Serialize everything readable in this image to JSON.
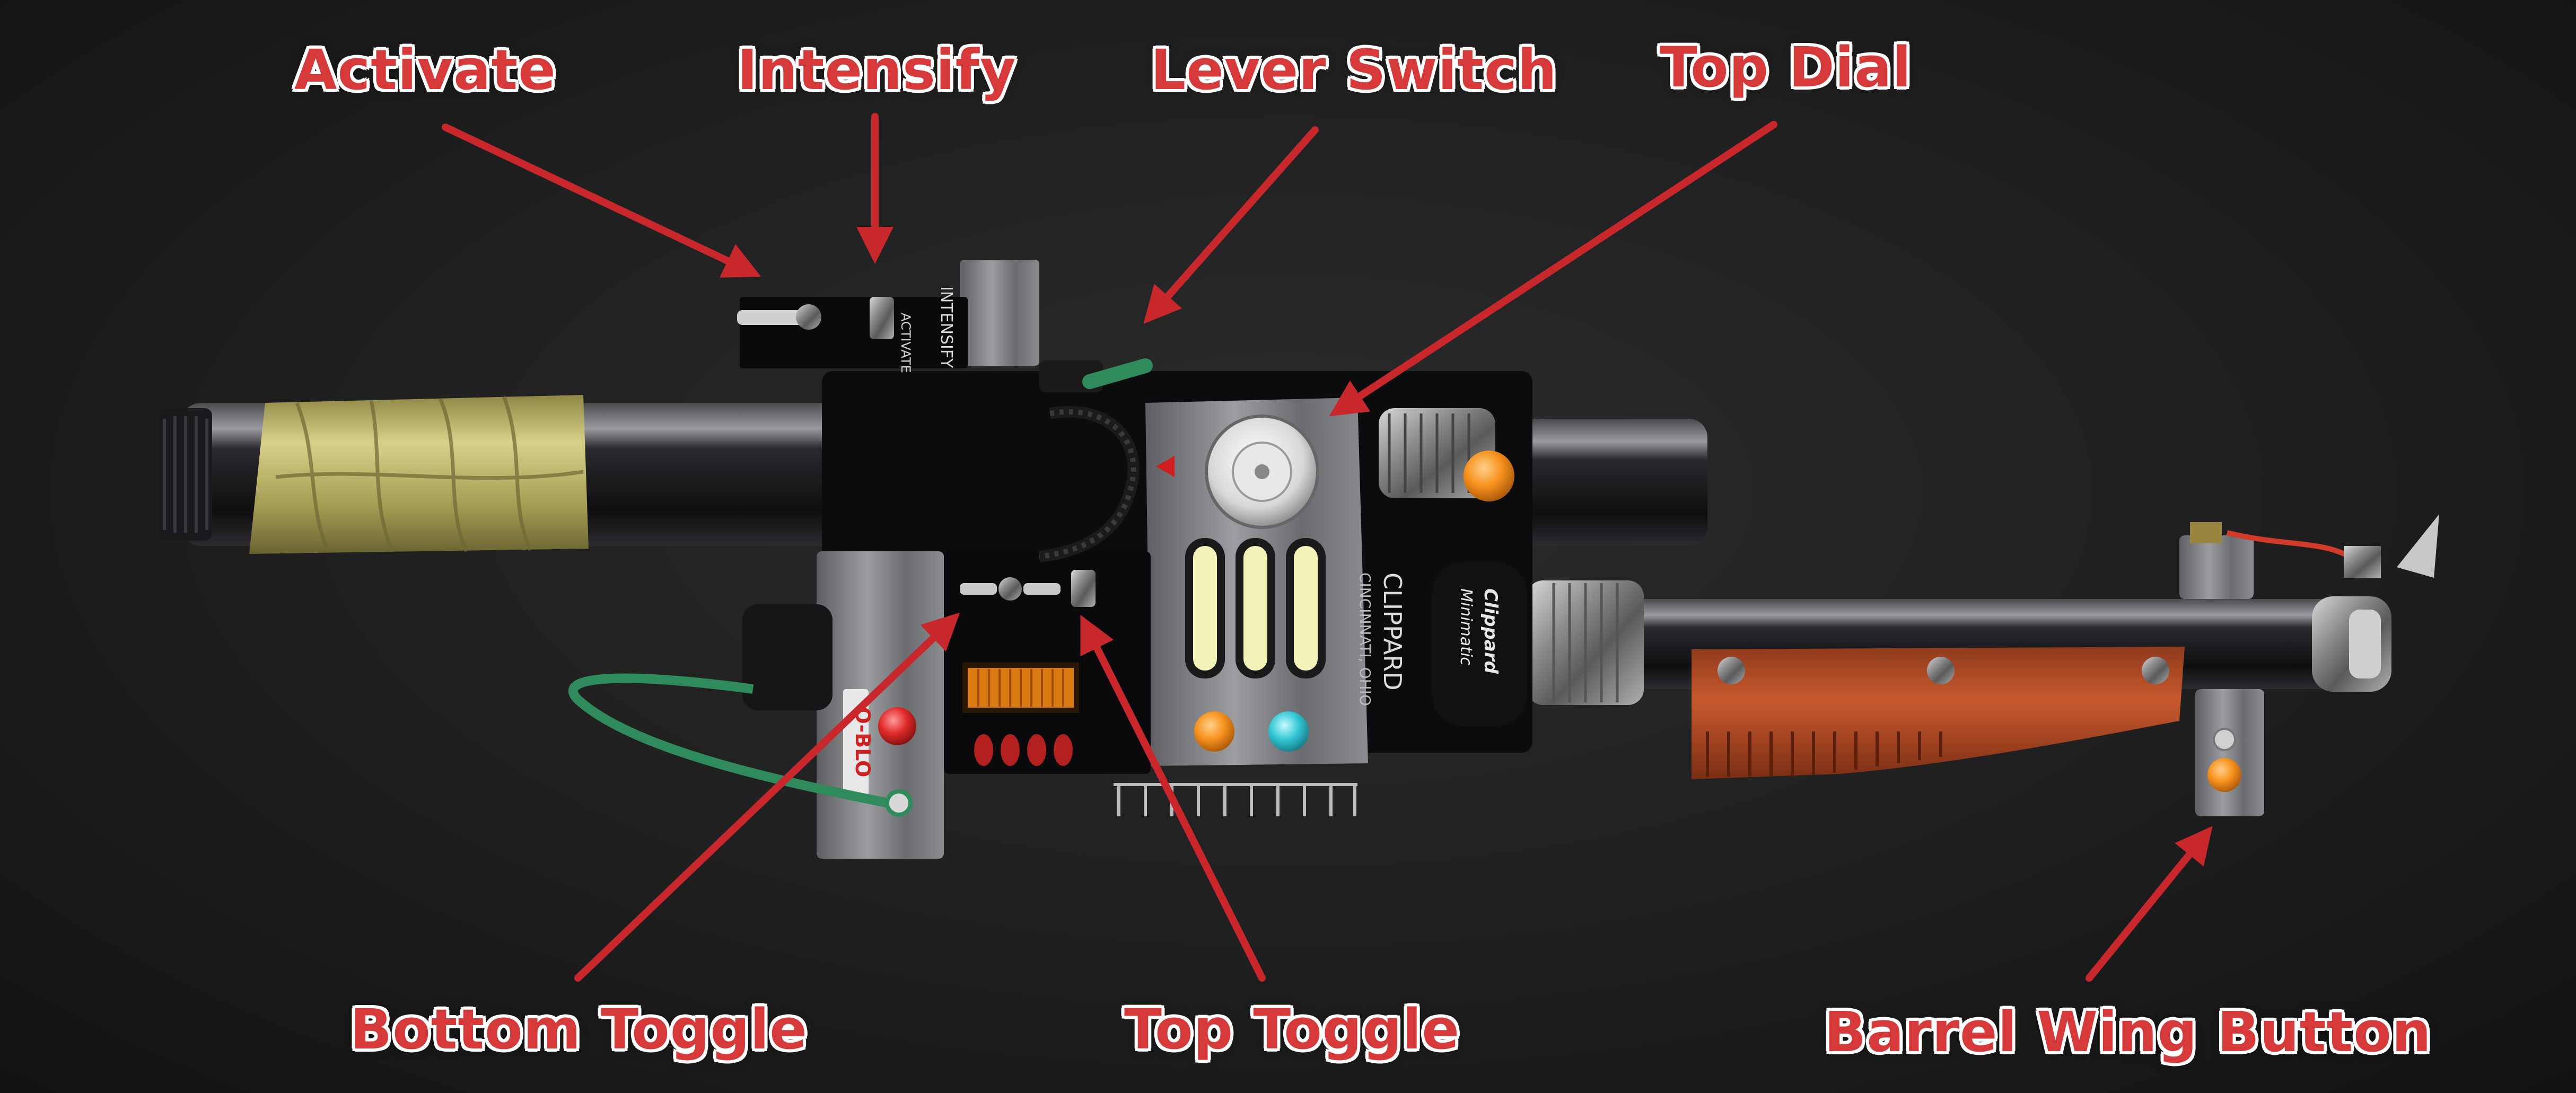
{
  "labels": {
    "activate": "Activate",
    "intensify": "Intensify",
    "lever_switch": "Lever Switch",
    "top_dial": "Top Dial",
    "bottom_toggle": "Bottom Toggle",
    "top_toggle": "Top Toggle",
    "barrel_wing_button": "Barrel Wing Button"
  },
  "device_text": {
    "intensify_plate": "INTENSIFY",
    "activate_plate": "ACTIVATE",
    "maker_name": "CLIPPARD",
    "maker_city": "CINCINNATI, OHIO",
    "badge_brand": "Clippard",
    "badge_model": "Minimatic",
    "side_plate": "O-BLO"
  },
  "colors": {
    "label_red": "#d6393a",
    "label_outline": "#ffffff",
    "arrow_red": "#c8282c",
    "orange_button": "#f7921e",
    "cyan_button": "#35c8d6",
    "red_button": "#e02a2a",
    "light_panel": "#f3f2b8",
    "tape": "#b5ad5a",
    "grip_wood": "#c0512a",
    "hose_green": "#2f8a5c"
  },
  "icons": {
    "arrow": "arrow-icon"
  }
}
